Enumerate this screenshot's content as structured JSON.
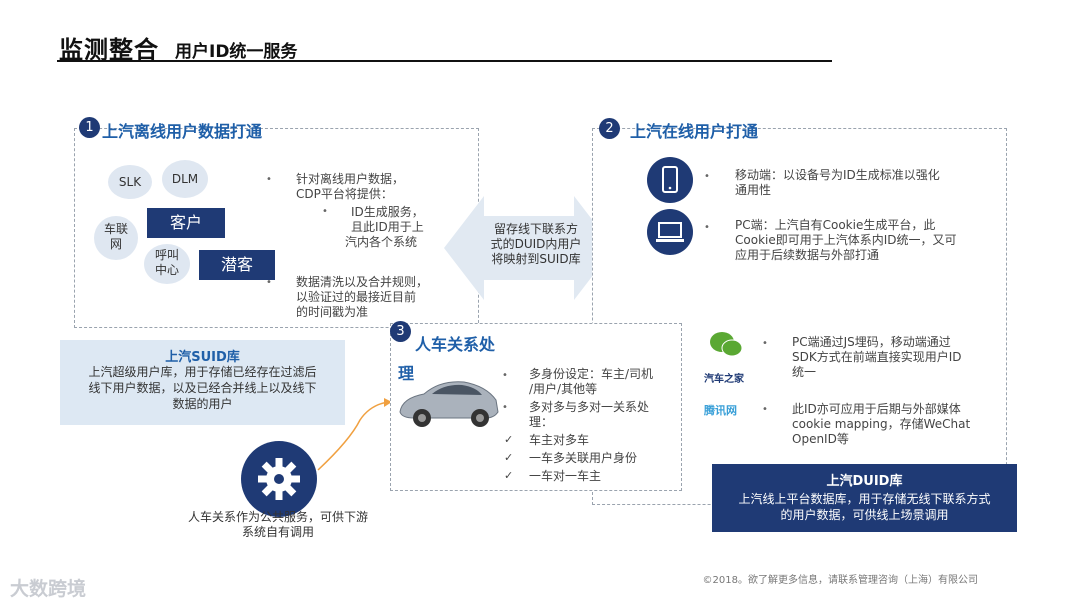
{
  "title": {
    "main": "监测整合",
    "sub": "用户ID统一服务"
  },
  "section1": {
    "number": "1",
    "title": "上汽离线用户数据打通",
    "bubbles": {
      "slk": "SLK",
      "dlm": "DLM",
      "car_net": "车联网",
      "call_center": "呼叫中心"
    },
    "customer_label": "客户",
    "prospect_label": "潜客",
    "bullet1": [
      "针对离线用户数据，",
      "CDP平台将提供："
    ],
    "sub_bullet": [
      "ID生成服务，",
      "且此ID用于上",
      "汽内各个系统"
    ],
    "bullet2": [
      "数据清洗以及合并规则，",
      "以验证过的最接近目前",
      "的时间戳为准"
    ]
  },
  "middle_arrow": [
    "留存线下联系方",
    "式的DUID内用户",
    "将映射到SUID库"
  ],
  "section2": {
    "number": "2",
    "title": "上汽在线用户打通",
    "mobile_text": [
      "移动端：以设备号为ID生成标准以强化",
      "通用性"
    ],
    "pc_text": [
      "PC端：上汽自有Cookie生成平台，此",
      "Cookie即可用于上汽体系内ID统一，又可",
      "应用于后续数据与外部打通"
    ],
    "js_text": [
      "PC端通过JS埋码，移动端通过",
      "SDK方式在前端直接实现用户ID",
      "统一"
    ],
    "external_text": [
      "此ID亦可应用于后期与外部媒体",
      "cookie mapping，存储WeChat",
      "OpenID等"
    ],
    "logo_autohome": "汽车之家",
    "logo_tencent": "腾讯网"
  },
  "suid": {
    "title": "上汽SUID库",
    "lines": [
      "上汽超级用户库，用于存储已经存在过滤后",
      "线下用户数据，以及已经合并线上以及线下",
      "数据的用户"
    ]
  },
  "section3": {
    "number": "3",
    "title": "人车关系处",
    "title_wrap": "理",
    "bullet1": [
      "多身份设定：车主/司机",
      "/用户/其他等"
    ],
    "bullet2": [
      "多对多与多对一关系处",
      "理："
    ],
    "checks": [
      "车主对多车",
      "一车多关联用户身份",
      "一车对一车主"
    ]
  },
  "gear_caption": [
    "人车关系作为公共服务，可供下游",
    "系统自有调用"
  ],
  "duid": {
    "title": "上汽DUID库",
    "lines": [
      "上汽线上平台数据库，用于存储无线下联系方式",
      "的用户数据，可供线上场景调用"
    ]
  },
  "footer": "©2018。欲了解更多信息，请联系管理咨询（上海）有限公司",
  "watermark": "大数跨境",
  "colors": {
    "navy": "#1f3a75",
    "blue_text": "#1f5fa8",
    "orange": "#f0a040",
    "light_blue": "#dde8f3"
  },
  "icons": [
    "gear-icon",
    "phone-icon",
    "laptop-icon",
    "wechat-icon",
    "car-image"
  ]
}
